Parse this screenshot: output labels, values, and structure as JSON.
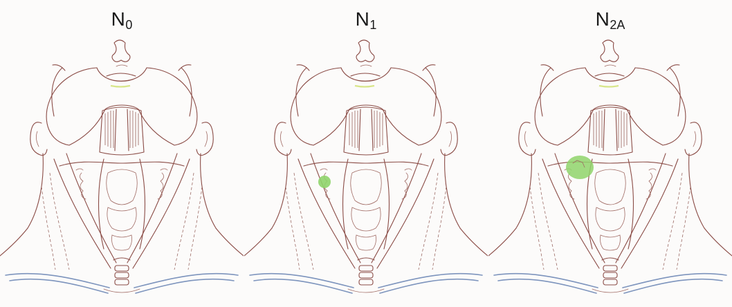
{
  "panels": [
    {
      "id": "n0",
      "label_main": "N",
      "label_sub": "0",
      "node": null
    },
    {
      "id": "n1",
      "label_main": "N",
      "label_sub": "1",
      "node": "single-small-node"
    },
    {
      "id": "n2a",
      "label_main": "N",
      "label_sub": "2A",
      "node": "single-large-node"
    }
  ],
  "colors": {
    "line": "#8a4b45",
    "clavicle": "#7d94bd",
    "lymph_node": "#8fd46a",
    "lip": "#d8e68a"
  }
}
